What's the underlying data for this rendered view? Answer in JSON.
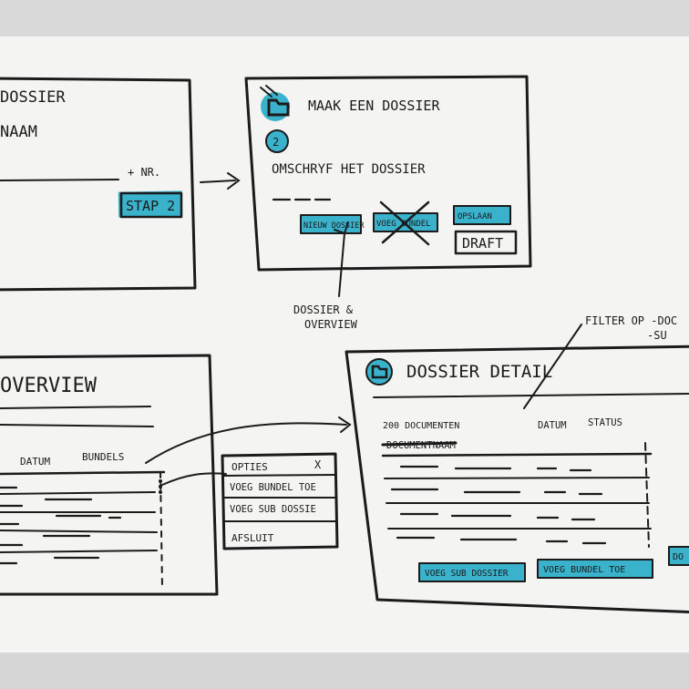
{
  "colors": {
    "paper": "#f4f4f2",
    "ink": "#1b1b1b",
    "highlight": "#1aa6c6"
  },
  "frame1": {
    "title": "DOSSIER",
    "subtitle": "NAAM",
    "field_note": "+ NR.",
    "step_button": "STAP 2"
  },
  "frame2": {
    "step1_icon": "folder-icon",
    "title": "MAAK EEN DOSSIER",
    "step2_badge": "2",
    "subtitle": "OMSCHRYF HET DOSSIER",
    "buttons": [
      "NIEUW DOSSIER",
      "VOEG BUNDEL",
      "OPSLAAN"
    ],
    "draft_button": "DRAFT"
  },
  "annotation_overview": {
    "line1": "DOSSIER &",
    "line2": "OVERVIEW"
  },
  "annotation_filter": {
    "line1": "FILTER OP -DOC",
    "line2": "-SU"
  },
  "frame3": {
    "title": "OVERVIEW",
    "columns": [
      "DATUM",
      "BUNDELS"
    ]
  },
  "options_menu": {
    "title": "OPTIES",
    "close_glyph": "X",
    "items": [
      "VOEG BUNDEL TOE",
      "VOEG SUB DOSSIE",
      "AFSLUIT"
    ]
  },
  "frame4": {
    "folder_icon": "folder-icon",
    "title": "DOSSIER DETAIL",
    "count_label": "200 DOCUMENTEN",
    "columns": [
      "DOCUMENTNAAM",
      "DATUM",
      "STATUS"
    ],
    "buttons": [
      "VOEG SUB DOSSIER",
      "VOEG BUNDEL TOE",
      "DO"
    ]
  }
}
